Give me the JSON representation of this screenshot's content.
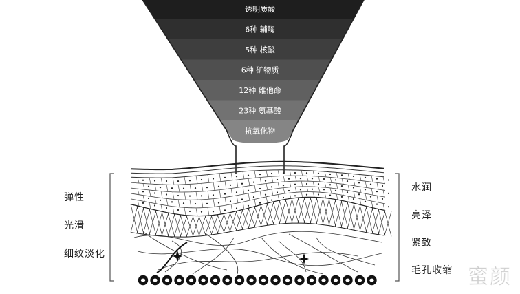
{
  "funnel": {
    "bands": [
      {
        "label": "透明质酸",
        "shade": "#1e1e1e"
      },
      {
        "label": "6种 辅酶",
        "shade": "#2f2f2f"
      },
      {
        "label": "5种 核酸",
        "shade": "#3e3e3e"
      },
      {
        "label": "6种 矿物质",
        "shade": "#4f4f4f"
      },
      {
        "label": "12种 维他命",
        "shade": "#606060"
      },
      {
        "label": "23种 氨基酸",
        "shade": "#727272"
      },
      {
        "label": "抗氧化物",
        "shade": "#858585"
      }
    ]
  },
  "left_labels": [
    "弹性",
    "光滑",
    "细纹淡化"
  ],
  "right_labels": [
    "水润",
    "亮泽",
    "紧致",
    "毛孔收缩"
  ],
  "watermark": "蜜颜"
}
